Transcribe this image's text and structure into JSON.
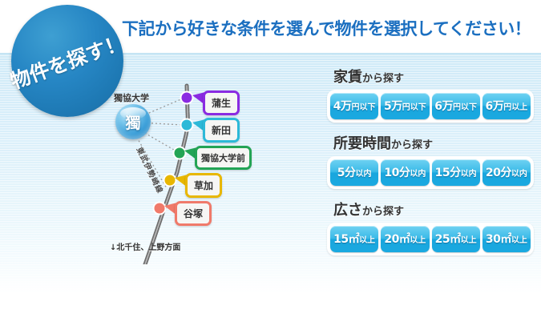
{
  "badge": {
    "text": "物件を探す！"
  },
  "header": {
    "title": "下記から好きな条件を選んで物件を選択してください！"
  },
  "map": {
    "university_label": "獨協大学",
    "university_icon": "dokkyo-logo-icon",
    "line_name": "東武伊勢崎線",
    "direction_note": "↓北千住、上野方面",
    "stations": [
      {
        "name": "蒲生",
        "color": "#8A2BE2"
      },
      {
        "name": "新田",
        "color": "#2DB9D8"
      },
      {
        "name": "獨協大学前",
        "color": "#23A455"
      },
      {
        "name": "草加",
        "color": "#E8B700"
      },
      {
        "name": "谷塚",
        "color": "#F07A6A"
      }
    ]
  },
  "sections": [
    {
      "title_main": "家賃",
      "title_sub": "から探す",
      "options": [
        {
          "num": "4万",
          "unit": "円以下"
        },
        {
          "num": "5万",
          "unit": "円以下"
        },
        {
          "num": "6万",
          "unit": "円以下"
        },
        {
          "num": "6万",
          "unit": "円以上"
        }
      ]
    },
    {
      "title_main": "所要時間",
      "title_sub": "から探す",
      "options": [
        {
          "num": "5分",
          "unit": "以内"
        },
        {
          "num": "10分",
          "unit": "以内"
        },
        {
          "num": "15分",
          "unit": "以内"
        },
        {
          "num": "20分",
          "unit": "以内"
        }
      ]
    },
    {
      "title_main": "広さ",
      "title_sub": "から探す",
      "options": [
        {
          "num": "15㎡",
          "unit": "以上"
        },
        {
          "num": "20㎡",
          "unit": "以上"
        },
        {
          "num": "25㎡",
          "unit": "以上"
        },
        {
          "num": "30㎡",
          "unit": "以上"
        }
      ]
    }
  ],
  "colors": {
    "brand_blue": "#1e79b4",
    "title_blue": "#1b6fc0",
    "button_cyan": "#1ba9e0",
    "panel_bg": "#d8eefa"
  }
}
